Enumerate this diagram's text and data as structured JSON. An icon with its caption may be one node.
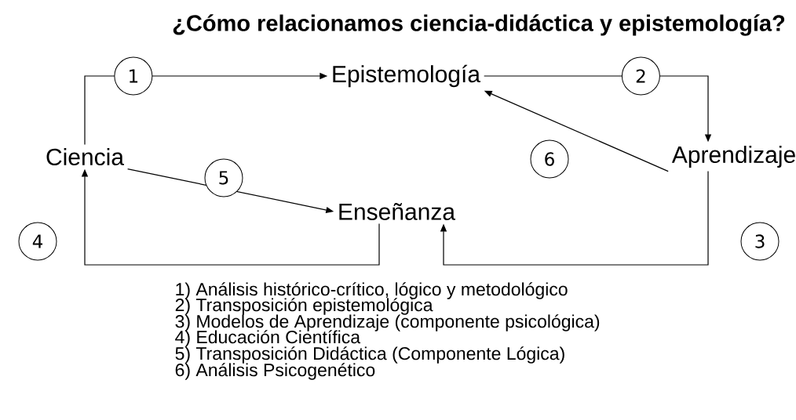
{
  "diagram": {
    "title": "¿Cómo relacionamos ciencia-didáctica y epistemología?",
    "nodes": [
      {
        "text": [
          "Epistemología"
        ]
      },
      {
        "text": [
          "Ciencia"
        ]
      },
      {
        "text": [
          "Aprendizaje"
        ]
      },
      {
        "text": [
          "Enseñanza"
        ]
      }
    ],
    "edges": [
      {
        "from": 1,
        "to": 0,
        "arrow": "to",
        "label": "1"
      },
      {
        "from": 0,
        "to": 2,
        "arrow": "to",
        "label": "2"
      },
      {
        "from": 2,
        "to": 3,
        "arrow": "to",
        "label": "3"
      },
      {
        "from": 3,
        "to": 1,
        "arrow": "to",
        "label": "4"
      },
      {
        "from": 1,
        "to": 3,
        "arrow": "to",
        "label": "5"
      },
      {
        "from": 2,
        "to": 0,
        "arrow": "to",
        "label": "6"
      }
    ],
    "labels": [
      "1) Análisis histórico-crítico, lógico y metodológico",
      "2) Transposición epistemológica",
      "3) Modelos de Aprendizaje (componente psicológica)",
      "4) Educación Científica",
      "5) Transposición Didáctica (Componente Lógica)",
      "6) Análisis Psicogenético"
    ]
  }
}
